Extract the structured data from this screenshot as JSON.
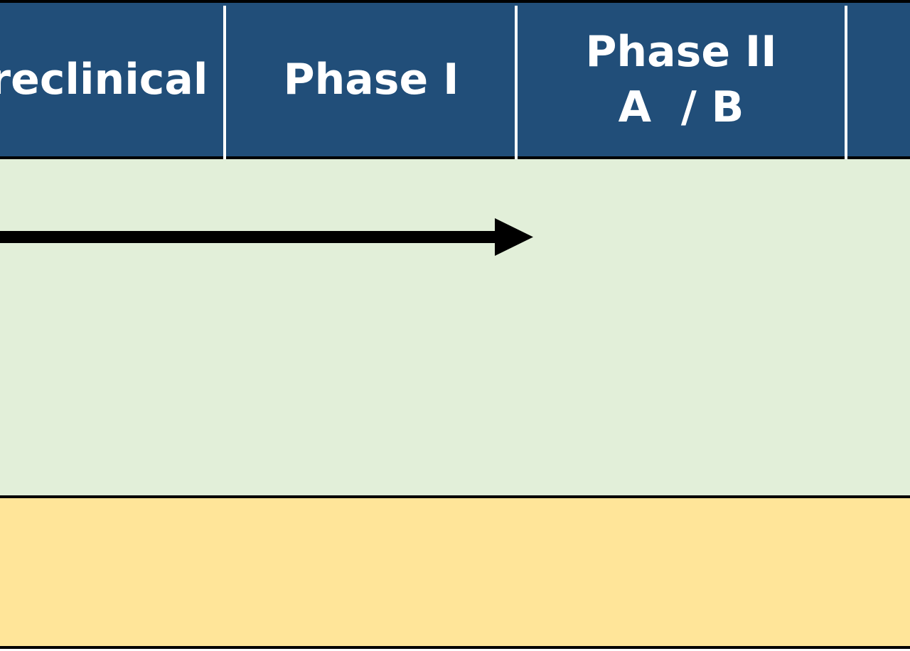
{
  "phases": {
    "preclinical": "Preclinical",
    "phase1": "Phase I",
    "phase2_line1": "Phase II",
    "phase2_line2": "A  / B"
  },
  "colors": {
    "header": "#214e79",
    "header_text": "#ffffff",
    "green_band": "#e2efd9",
    "yellow_band": "#ffe599",
    "arrow": "#000000"
  },
  "progress_arrow": {
    "from_phase": "Preclinical",
    "to_phase": "Phase II"
  }
}
